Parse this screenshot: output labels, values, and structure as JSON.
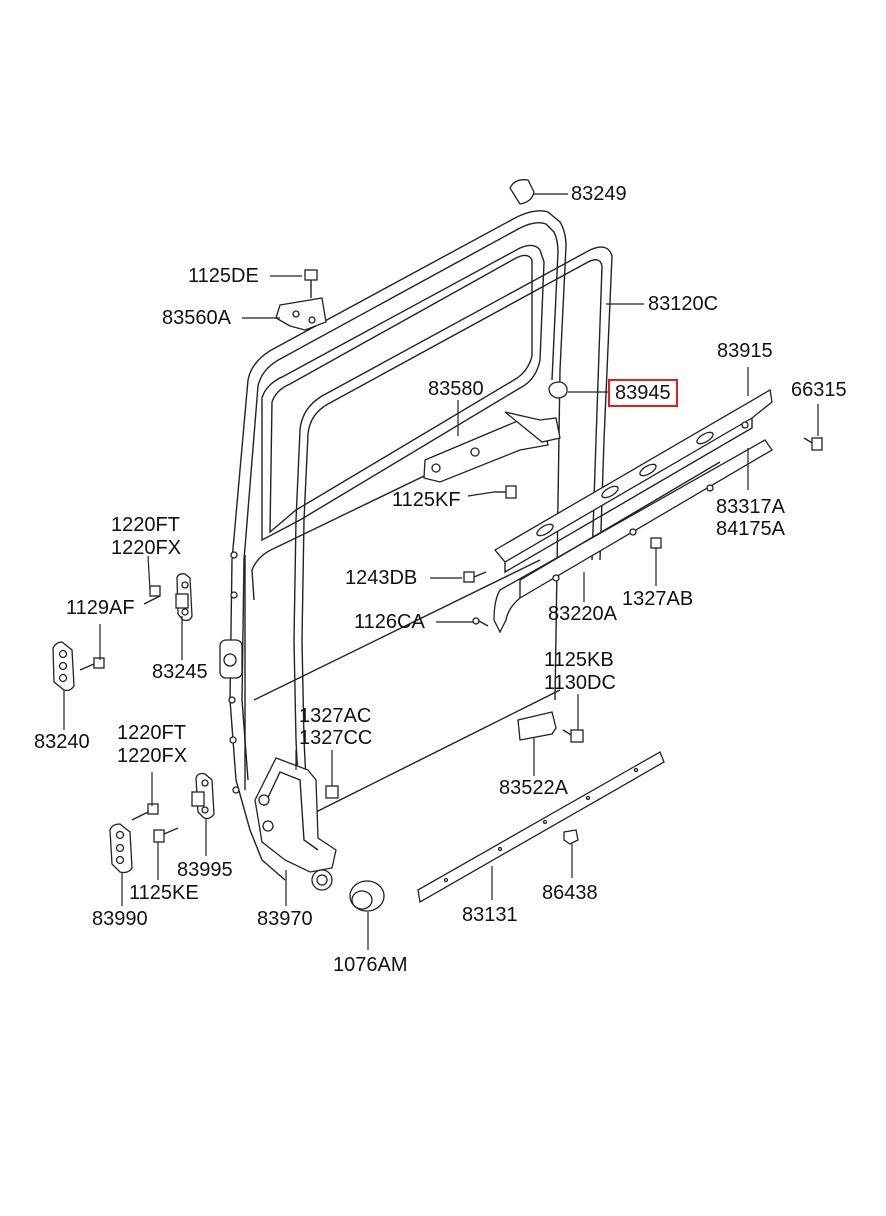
{
  "labels": {
    "p83249": "83249",
    "p1125DE": "1125DE",
    "p83560A": "83560A",
    "p83120C": "83120C",
    "p83915": "83915",
    "p83580": "83580",
    "p83945": "83945",
    "p66315": "66315",
    "p1125KF": "1125KF",
    "p83317A": "83317A",
    "p84175A": "84175A",
    "p1220FT_a": "1220FT",
    "p1220FX_a": "1220FX",
    "p1243DB": "1243DB",
    "p1327AB": "1327AB",
    "p1129AF": "1129AF",
    "p1126CA": "1126CA",
    "p83220A": "83220A",
    "p83245": "83245",
    "p1125KB": "1125KB",
    "p1130DC": "1130DC",
    "p83240": "83240",
    "p1327AC": "1327AC",
    "p1327CC": "1327CC",
    "p1220FT_b": "1220FT",
    "p1220FX_b": "1220FX",
    "p83522A": "83522A",
    "p83995": "83995",
    "p1125KE": "1125KE",
    "p86438": "86438",
    "p83990": "83990",
    "p83970": "83970",
    "p83131": "83131",
    "p1076AM": "1076AM"
  },
  "highlight_color": "#e0201c",
  "highlighted_part": "83945"
}
